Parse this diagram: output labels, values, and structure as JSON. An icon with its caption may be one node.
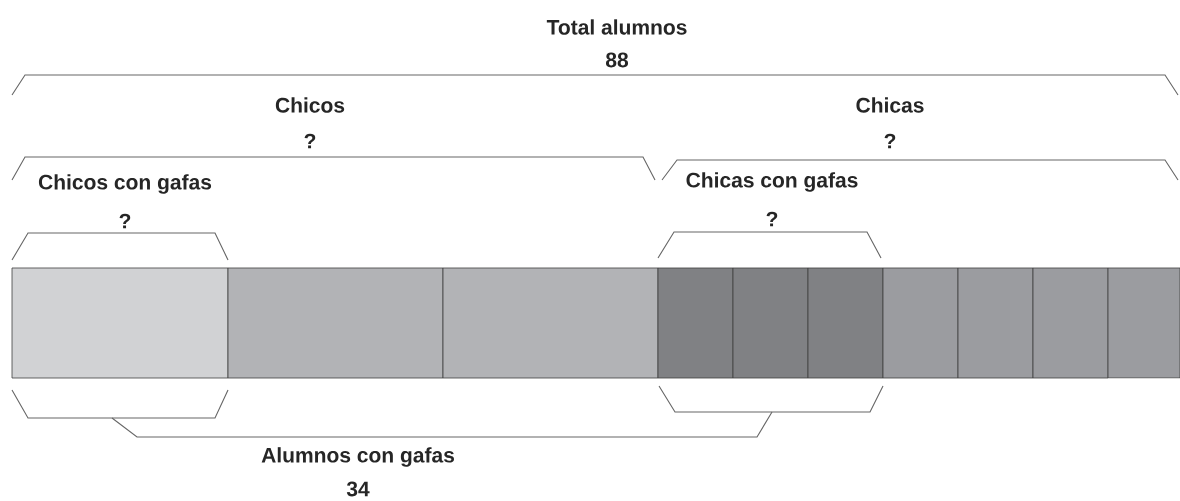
{
  "diagram": {
    "nodes": [
      {
        "text": [],
        "shape": "bar"
      },
      {
        "text": [],
        "shape": "bar"
      },
      {
        "text": [],
        "shape": "bar"
      },
      {
        "text": [],
        "shape": "bar"
      },
      {
        "text": [],
        "shape": "bar"
      },
      {
        "text": [],
        "shape": "bar"
      },
      {
        "text": [],
        "shape": "bar"
      },
      {
        "text": [],
        "shape": "bar"
      },
      {
        "text": [],
        "shape": "bar"
      },
      {
        "text": [],
        "shape": "bar"
      }
    ],
    "labels": [
      "Total alumnos",
      "88",
      "Chicos",
      "?",
      "Chicas",
      "?",
      "Chicos con gafas",
      "?",
      "Chicas con gafas",
      "?",
      "Alumnos con gafas",
      "34"
    ]
  }
}
